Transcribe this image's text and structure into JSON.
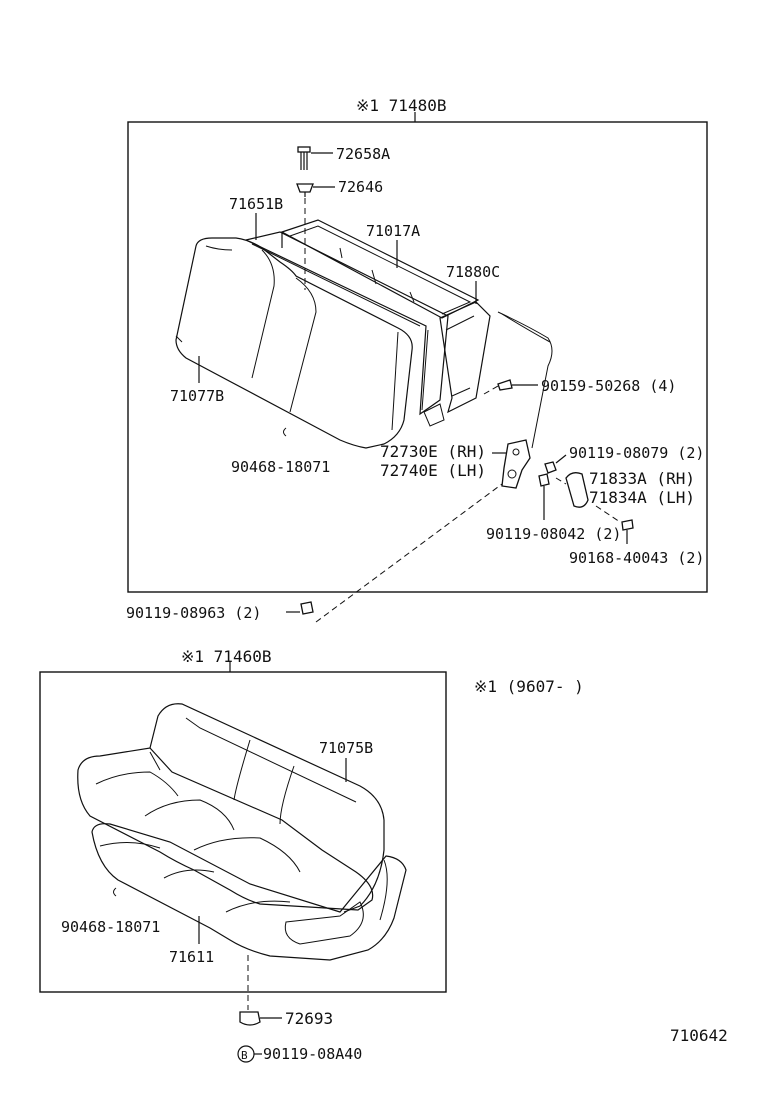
{
  "upper_assembly": {
    "title": "※1 71480B",
    "parts": {
      "p72658A": "72658A",
      "p72646": "72646",
      "p71651B": "71651B",
      "p71017A": "71017A",
      "p71880C": "71880C",
      "p71077B": "71077B",
      "p90159": "90159-50268 (4)",
      "p90468_upper": "90468-18071",
      "p72730E": "72730E (RH)",
      "p72740E": "72740E (LH)",
      "p90119_08079": "90119-08079 (2)",
      "p71833A": "71833A (RH)",
      "p71834A": "71834A (LH)",
      "p90119_08042": "90119-08042 (2)",
      "p90168": "90168-40043 (2)"
    }
  },
  "outside_label": "90119-08963 (2)",
  "lower_assembly": {
    "title": "※1 71460B",
    "parts": {
      "p71075B": "71075B",
      "p90468_lower": "90468-18071",
      "p71611": "71611"
    }
  },
  "footnote": "※1 (9607-      )",
  "p72693": "72693",
  "p90119_08A40": "90119-08A40",
  "circle_marker": "B",
  "diagram_id": "710642"
}
